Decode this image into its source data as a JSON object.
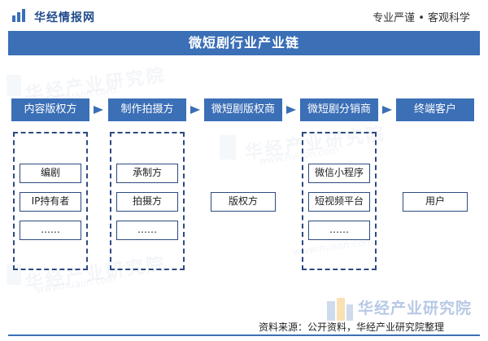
{
  "header": {
    "brand": "华经情报网",
    "slogan": "专业严谨 • 客观科学"
  },
  "title": "微短剧行业产业链",
  "stages": [
    {
      "label": "内容版权方",
      "items": [
        "编剧",
        "IP持有者",
        "……"
      ]
    },
    {
      "label": "制作拍摄方",
      "items": [
        "承制方",
        "拍摄方",
        "……"
      ]
    },
    {
      "label": "微短剧版权商",
      "items": [
        "版权方"
      ]
    },
    {
      "label": "微短剧分销商",
      "items": [
        "微信小程序",
        "短视频平台",
        "……"
      ]
    },
    {
      "label": "终端客户",
      "items": [
        "用户"
      ]
    }
  ],
  "watermark": {
    "name": "华经产业研究院",
    "url": "www.huaon.com"
  },
  "footer": {
    "source": "资料来源：公开资料，华经产业研究院整理"
  },
  "colors": {
    "accent": "#3b6fb6",
    "border": "#2d4a80"
  }
}
